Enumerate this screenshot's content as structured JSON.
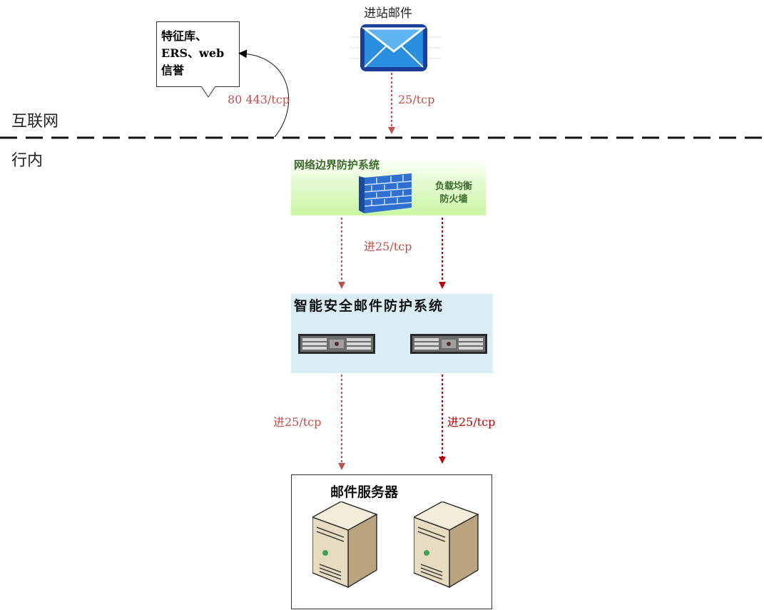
{
  "zones": {
    "internet": "互联网",
    "intranet": "行内"
  },
  "callout": {
    "text": "特征库、ERS、web信誉"
  },
  "incoming_mail": {
    "label": "进站邮件",
    "icon": "envelope-icon"
  },
  "edges": {
    "feed_update": "80 443/tcp",
    "smtp_internet": "25/tcp",
    "smtp_to_secure": "进25/tcp",
    "smtp_to_server_left": "进25/tcp",
    "smtp_to_server_right": "进25/tcp"
  },
  "firewall_system": {
    "title": "网络边界防护系统",
    "device_label": "负载均衡防火墙",
    "icon": "firewall-icon"
  },
  "secure_mail_system": {
    "title": "智能安全邮件防护系统",
    "icon": "rack-server-icon"
  },
  "mail_servers": {
    "title": "邮件服务器",
    "icon": "tower-server-icon"
  },
  "colors": {
    "arrow_red": "#c0504d",
    "arrow_dark_red": "#c00000",
    "firewall_green": "#c9f5a4",
    "secure_blue": "#daedf5",
    "envelope_blue": "#1a4aa8"
  }
}
